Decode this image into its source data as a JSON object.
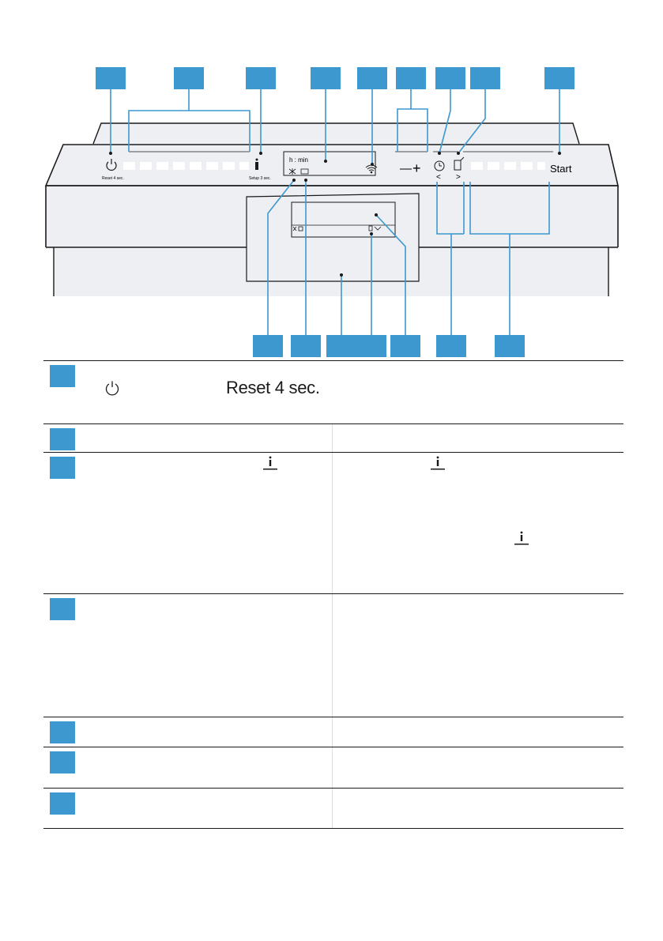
{
  "panel": {
    "time_format_label": "h : min",
    "reset_label": "Reset 4 sec.",
    "setup_label": "Setup 3 sec.",
    "minus_symbol": "—",
    "plus_symbol": "+",
    "prev_arrow": "<",
    "next_arrow": ">",
    "start_label": "Start"
  },
  "table": {
    "row1": {
      "reset_text": "Reset 4 sec."
    }
  },
  "colors": {
    "callout": "#3d98cf",
    "panel_bg": "#edeff3",
    "line": "#1a1a1a"
  }
}
